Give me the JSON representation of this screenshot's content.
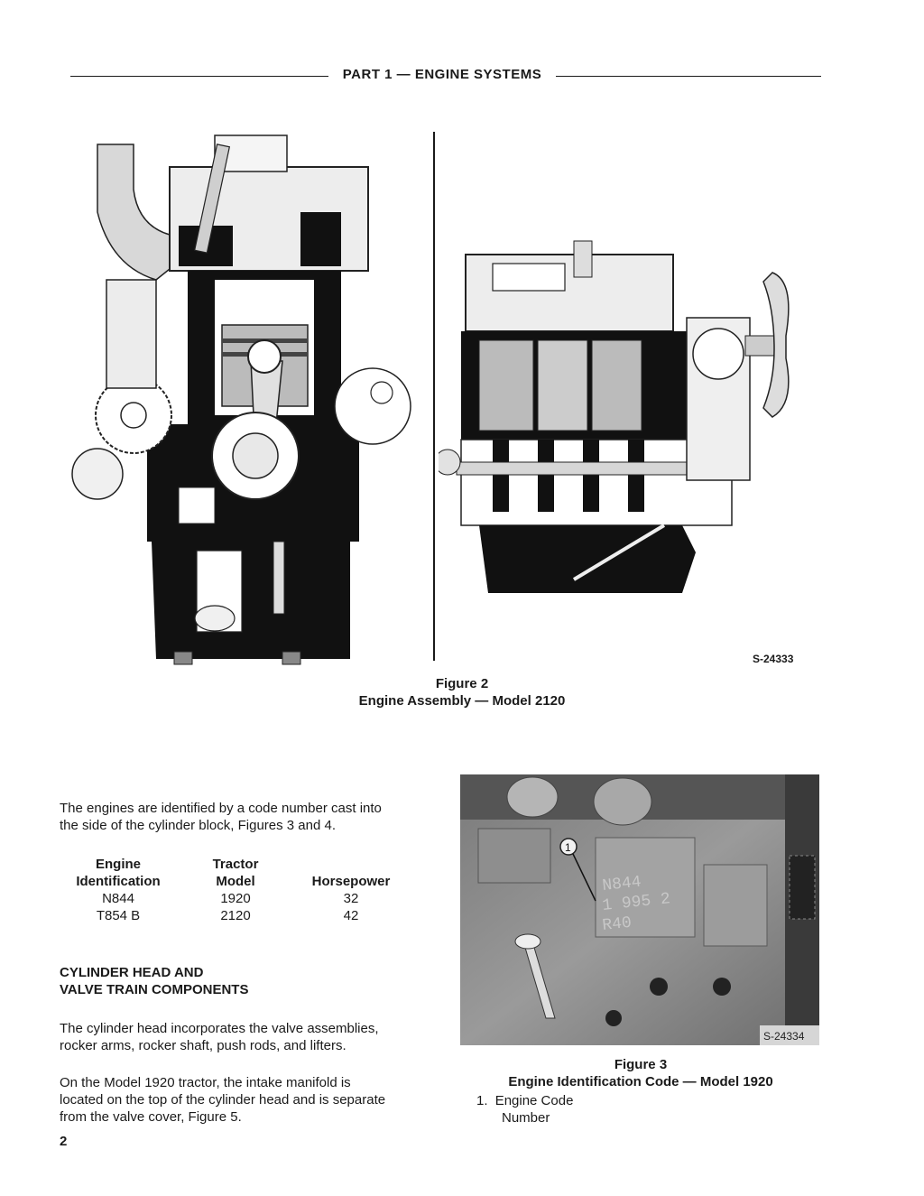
{
  "header": {
    "title": "PART 1 — ENGINE SYSTEMS"
  },
  "figure2": {
    "reference": "S-24333",
    "label": "Figure 2",
    "title": "Engine Assembly — Model 2120"
  },
  "intro": {
    "line1": "The engines are identified by a code number cast into",
    "line2": "the side of the cylinder block, Figures 3 and 4."
  },
  "engine_table": {
    "headers": [
      {
        "line1": "Engine",
        "line2": "Identification"
      },
      {
        "line1": "Tractor",
        "line2": "Model"
      },
      {
        "line1": "",
        "line2": "Horsepower"
      }
    ],
    "rows": [
      [
        "N844",
        "1920",
        "32"
      ],
      [
        "T854 B",
        "2120",
        "42"
      ]
    ]
  },
  "section": {
    "title_line1": "CYLINDER HEAD AND",
    "title_line2": "VALVE TRAIN COMPONENTS",
    "para1_line1": "The cylinder head incorporates the valve assemblies,",
    "para1_line2": "rocker arms, rocker shaft, push rods, and lifters.",
    "para2_line1": "On the Model 1920 tractor, the intake manifold is",
    "para2_line2": "located on the top of the cylinder head and is separate",
    "para2_line3": "from the valve cover, Figure 5."
  },
  "page_number": "2",
  "figure3": {
    "reference": "S-24334",
    "callout": "1",
    "cast_code": [
      "N844",
      "1 995 2",
      "R40"
    ],
    "label": "Figure 3",
    "title": "Engine Identification Code — Model 1920",
    "legend_number": "1.",
    "legend_line1": "Engine Code",
    "legend_line2": "Number"
  }
}
